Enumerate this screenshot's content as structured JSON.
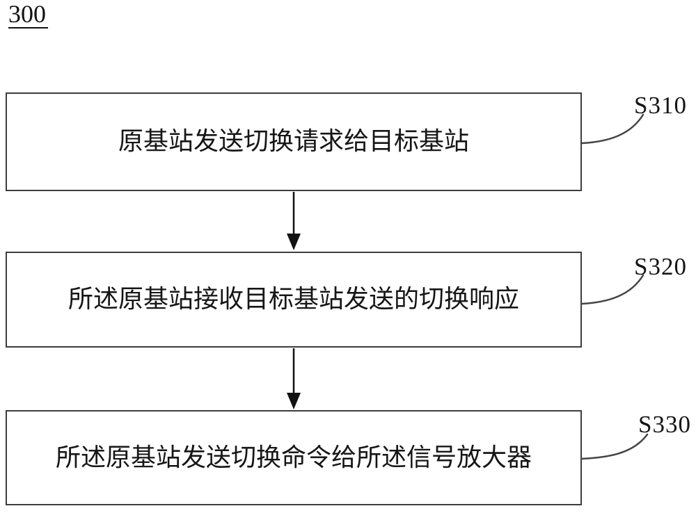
{
  "figure": {
    "label": "300",
    "steps": [
      {
        "id": "S310",
        "text": "原基站发送切换请求给目标基站"
      },
      {
        "id": "S320",
        "text": "所述原基站接收目标基站发送的切换响应"
      },
      {
        "id": "S330",
        "text": "所述原基站发送切换命令给所述信号放大器"
      }
    ],
    "colors": {
      "line": "#3d3d3d",
      "arrow": "#111111",
      "text": "#161616",
      "background": "#ffffff"
    }
  }
}
